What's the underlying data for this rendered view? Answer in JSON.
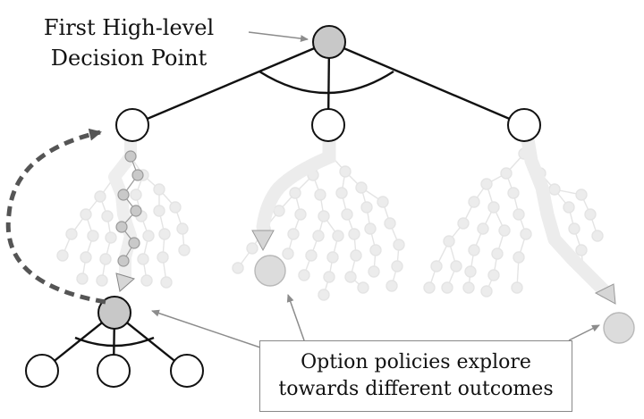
{
  "labels": {
    "decision_point_line1": "First High-level",
    "decision_point_line2": "Decision Point",
    "callout_line1": "Option policies explore",
    "callout_line2": "towards different outcomes"
  },
  "colors": {
    "line": "#111111",
    "gray_node": "#c8c8c8",
    "faded_node": "#dcdcdc",
    "faded_edge": "#e2e2e2",
    "arrow_gray": "#8c8c8c",
    "dashed_arrow": "#555555"
  }
}
